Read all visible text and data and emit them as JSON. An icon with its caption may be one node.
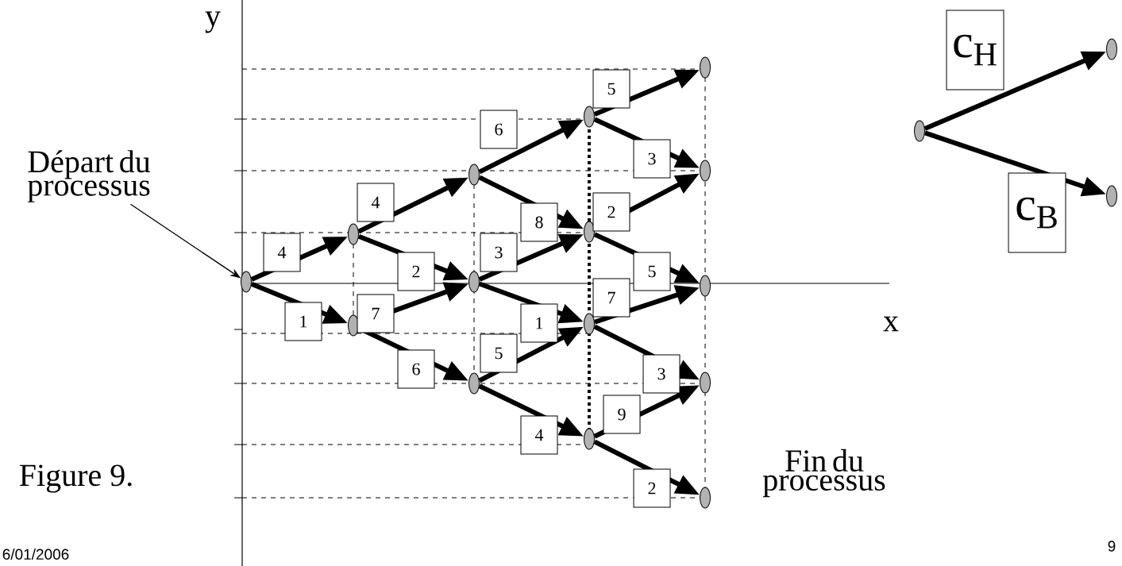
{
  "diagram": {
    "nodes": [
      {
        "text": [],
        "shape": "ellipse"
      },
      {
        "text": [],
        "shape": "ellipse"
      },
      {
        "text": [],
        "shape": "ellipse"
      },
      {
        "text": [],
        "shape": "ellipse"
      },
      {
        "text": [],
        "shape": "ellipse"
      },
      {
        "text": [],
        "shape": "ellipse"
      },
      {
        "text": [],
        "shape": "ellipse"
      },
      {
        "text": [],
        "shape": "ellipse"
      },
      {
        "text": [],
        "shape": "ellipse"
      },
      {
        "text": [],
        "shape": "ellipse"
      },
      {
        "text": [],
        "shape": "ellipse"
      },
      {
        "text": [],
        "shape": "ellipse"
      },
      {
        "text": [],
        "shape": "ellipse"
      },
      {
        "text": [],
        "shape": "ellipse"
      },
      {
        "text": [],
        "shape": "ellipse"
      },
      {
        "text": [],
        "shape": "ellipse"
      },
      {
        "text": [],
        "shape": "ellipse"
      },
      {
        "text": [],
        "shape": "ellipse"
      },
      {
        "text": [
          "Départ du processus"
        ]
      }
    ],
    "edges": [
      {
        "from": 0,
        "to": 1,
        "arrow": "to",
        "label": "4"
      },
      {
        "from": 0,
        "to": 2,
        "arrow": "to",
        "label": "1"
      },
      {
        "from": 1,
        "to": 3,
        "arrow": "to",
        "label": "4"
      },
      {
        "from": 1,
        "to": 4,
        "arrow": "to",
        "label": "2"
      },
      {
        "from": 2,
        "to": 4,
        "arrow": "to",
        "label": "7"
      },
      {
        "from": 2,
        "to": 5,
        "arrow": "to",
        "label": "6"
      },
      {
        "from": 3,
        "to": 6,
        "arrow": "to",
        "label": "6"
      },
      {
        "from": 3,
        "to": 7,
        "arrow": "to",
        "label": "8"
      },
      {
        "from": 4,
        "to": 7,
        "arrow": "to",
        "label": "3"
      },
      {
        "from": 4,
        "to": 8,
        "arrow": "to",
        "label": "1"
      },
      {
        "from": 5,
        "to": 8,
        "arrow": "to",
        "label": "5"
      },
      {
        "from": 5,
        "to": 9,
        "arrow": "to",
        "label": "4"
      },
      {
        "from": 6,
        "to": 10,
        "arrow": "to",
        "label": "5"
      },
      {
        "from": 6,
        "to": 11,
        "arrow": "to",
        "label": "3"
      },
      {
        "from": 7,
        "to": 11,
        "arrow": "to",
        "label": "2"
      },
      {
        "from": 7,
        "to": 12,
        "arrow": "to",
        "label": "5"
      },
      {
        "from": 8,
        "to": 12,
        "arrow": "to",
        "label": "7"
      },
      {
        "from": 8,
        "to": 13,
        "arrow": "to",
        "label": "3"
      },
      {
        "from": 9,
        "to": 13,
        "arrow": "to",
        "label": "9"
      },
      {
        "from": 9,
        "to": 14,
        "arrow": "to",
        "label": "2"
      },
      {
        "from": 15,
        "to": 16,
        "arrow": "to",
        "label": "c$_{H}$"
      },
      {
        "from": 15,
        "to": 17,
        "arrow": "to",
        "label": "c$_{B}$"
      },
      {
        "from": 18,
        "to": 0,
        "arrow": "to"
      }
    ],
    "labels": [
      "y",
      "x",
      "Fin du processus",
      "Figure 9.",
      "6/01/2006",
      "9"
    ]
  }
}
